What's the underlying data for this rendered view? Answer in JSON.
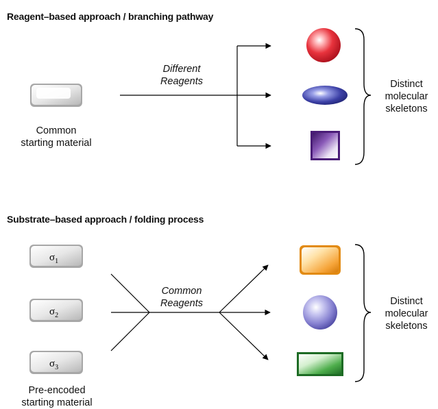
{
  "panel_top": {
    "title": "Reagent–based approach / branching pathway",
    "start_label_line1": "Common",
    "start_label_line2": "starting material",
    "reagents_line1": "Different",
    "reagents_line2": "Reagents",
    "result_line1": "Distinct",
    "result_line2": "molecular",
    "result_line3": "skeletons",
    "outputs": [
      {
        "shape": "sphere",
        "color": "#e0303a"
      },
      {
        "shape": "ellipse",
        "color": "#3a3fa0"
      },
      {
        "shape": "square",
        "color": "#5b2a86"
      }
    ]
  },
  "panel_bottom": {
    "title": "Substrate–based approach / folding process",
    "substrates": [
      {
        "symbol": "σ",
        "subscript": "1"
      },
      {
        "symbol": "σ",
        "subscript": "2"
      },
      {
        "symbol": "σ",
        "subscript": "3"
      }
    ],
    "start_label_line1": "Pre-encoded",
    "start_label_line2": "starting material",
    "reagents_line1": "Common",
    "reagents_line2": "Reagents",
    "result_line1": "Distinct",
    "result_line2": "molecular",
    "result_line3": "skeletons",
    "outputs": [
      {
        "shape": "rounded-square",
        "color": "#f39a1e"
      },
      {
        "shape": "sphere",
        "color": "#7c78c9"
      },
      {
        "shape": "rectangle",
        "color": "#2f8f3a"
      }
    ]
  }
}
